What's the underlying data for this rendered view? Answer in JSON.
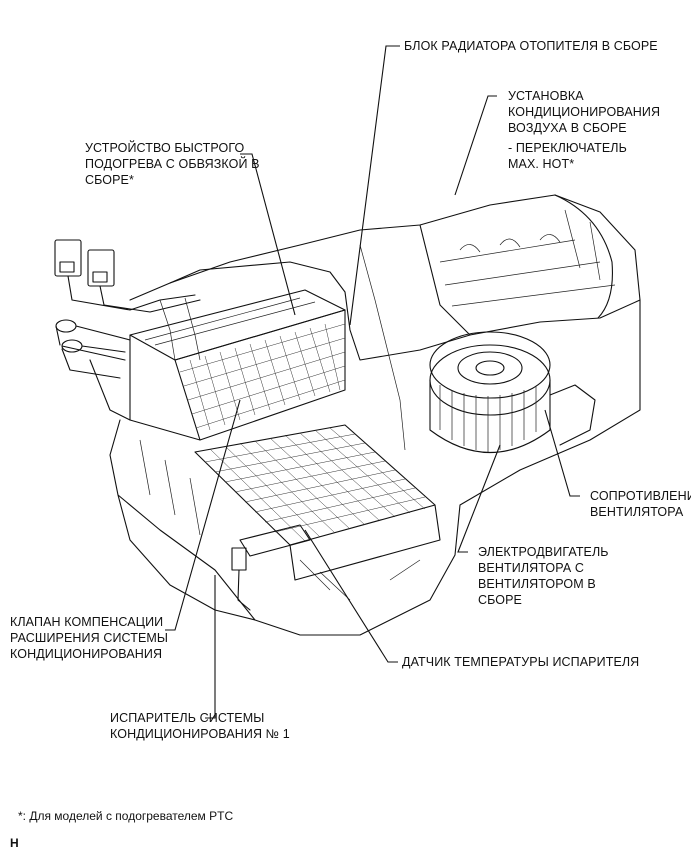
{
  "labels": {
    "heater_radiator": "БЛОК РАДИАТОРА ОТОПИТЕЛЯ В СБОРЕ",
    "ac_unit": "УСТАНОВКА\nКОНДИЦИОНИРОВАНИЯ\nВОЗДУХА В СБОРЕ",
    "max_hot_switch": "- ПЕРЕКЛЮЧАТЕЛЬ\nMAX. HOT*",
    "quick_heater": "УСТРОЙСТВО БЫСТРОГО\nПОДОГРЕВА С ОБВЯЗКОЙ В\nСБОРЕ*",
    "blower_resistor": "СОПРОТИВЛЕНИЕ\nВЕНТИЛЯТОРА",
    "blower_motor": "ЭЛЕКТРОДВИГАТЕЛЬ\nВЕНТИЛЯТОРА С\nВЕНТИЛЯТОРОМ В\nСБОРЕ",
    "expansion_valve": "КЛАПАН КОМПЕНСАЦИИ\nРАСШИРЕНИЯ СИСТЕМЫ\nКОНДИЦИОНИРОВАНИЯ",
    "evaporator_sensor": "ДАТЧИК ТЕМПЕРАТУРЫ ИСПАРИТЕЛЯ",
    "evaporator": "ИСПАРИТЕЛЬ СИСТЕМЫ\nКОНДИЦИОНИРОВАНИЯ № 1"
  },
  "footnote": "*: Для моделей с подогревателем PTC",
  "figure_code": "H"
}
